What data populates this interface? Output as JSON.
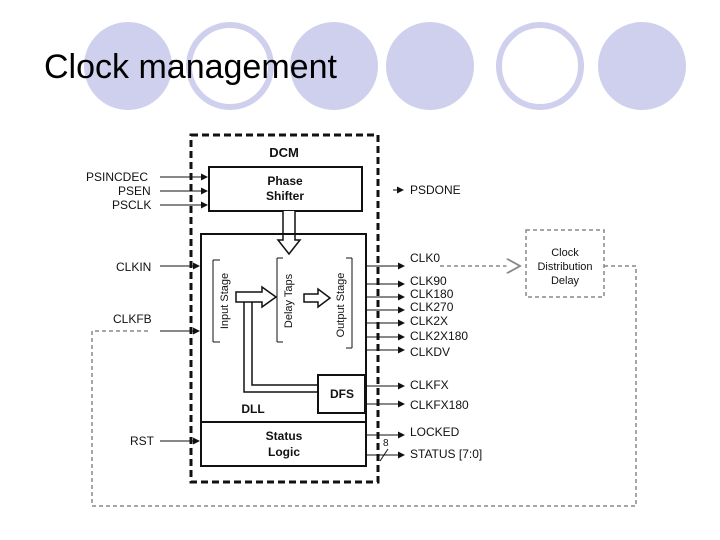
{
  "slide": {
    "title": "Clock management"
  },
  "diagram": {
    "dcm_label": "DCM",
    "phase_shifter": [
      "Phase",
      "Shifter"
    ],
    "dll_label": "DLL",
    "dfs_label": "DFS",
    "status_logic": [
      "Status",
      "Logic"
    ],
    "input_stage": "Input Stage",
    "delay_taps": "Delay Taps",
    "output_stage": "Output Stage",
    "clock_dist": [
      "Clock",
      "Distribution",
      "Delay"
    ],
    "bus_width": "8",
    "inputs": {
      "psincdec": "PSINCDEC",
      "psen": "PSEN",
      "psclk": "PSCLK",
      "clkin": "CLKIN",
      "clkfb": "CLKFB",
      "rst": "RST"
    },
    "outputs": {
      "psdone": "PSDONE",
      "clk0": "CLK0",
      "clk90": "CLK90",
      "clk180": "CLK180",
      "clk270": "CLK270",
      "clk2x": "CLK2X",
      "clk2x180": "CLK2X180",
      "clkdv": "CLKDV",
      "clkfx": "CLKFX",
      "clkfx180": "CLKFX180",
      "locked": "LOCKED",
      "status": "STATUS [7:0]"
    }
  }
}
